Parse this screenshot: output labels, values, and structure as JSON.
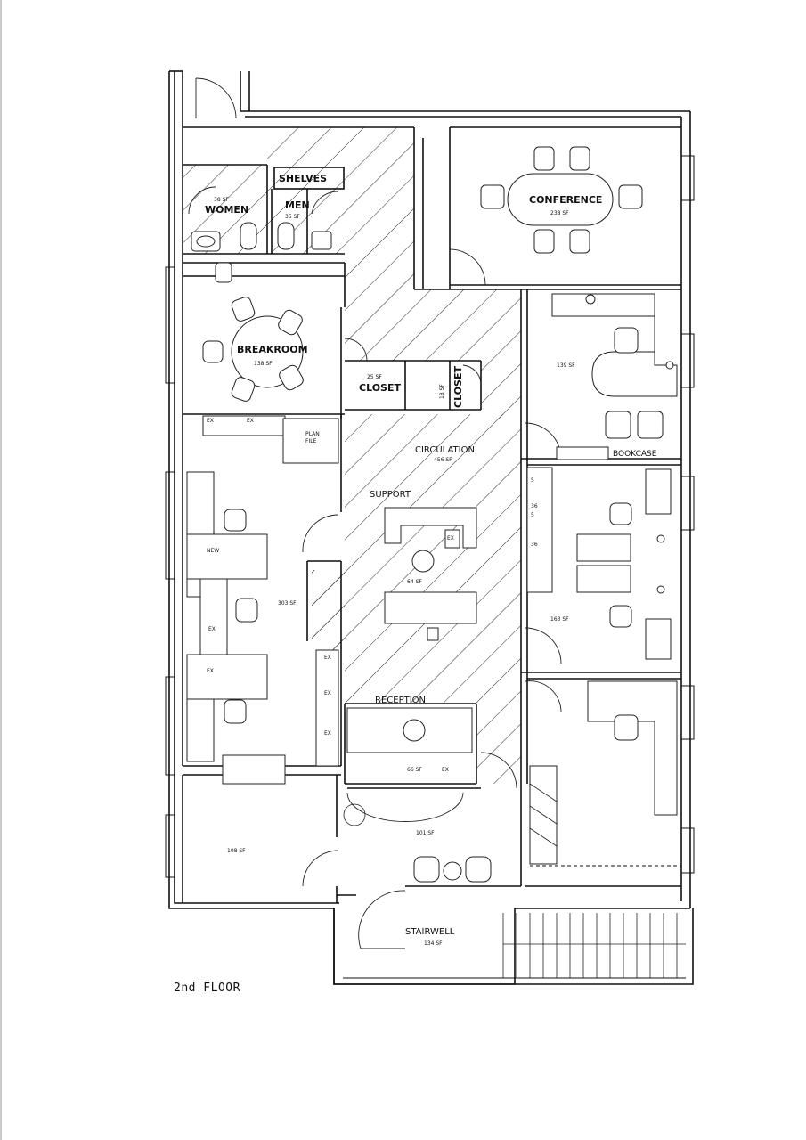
{
  "plan_title": "2nd FLOOR",
  "rooms": {
    "shelves": {
      "name": "SHELVES"
    },
    "women": {
      "name": "WOMEN",
      "area": "38 SF"
    },
    "men": {
      "name": "MEN",
      "area": "35 SF"
    },
    "conference": {
      "name": "CONFERENCE",
      "area": "238 SF"
    },
    "breakroom": {
      "name": "BREAKROOM",
      "area": "138 SF"
    },
    "closet_a": {
      "name": "CLOSET",
      "area": "25 SF"
    },
    "closet_b": {
      "name": "CLOSET",
      "area": "18 SF"
    },
    "office_ne": {
      "area": "139 SF"
    },
    "bookcase": {
      "name": "BOOKCASE"
    },
    "circulation": {
      "name": "CIRCULATION",
      "area": "456 SF"
    },
    "support": {
      "name": "SUPPORT",
      "area": "64 SF"
    },
    "workroom": {
      "area": "303 SF"
    },
    "office_e": {
      "area": "163 SF"
    },
    "reception": {
      "name": "RECEPTION",
      "area": "66 SF"
    },
    "lobby": {
      "area": "101 SF"
    },
    "office_sw": {
      "area": "108 SF"
    },
    "stairwell": {
      "name": "STAIRWELL",
      "area": "134 SF"
    }
  },
  "tags": {
    "ex": "EX",
    "new": "NEW",
    "plan_file_1": "PLAN",
    "plan_file_2": "FILE",
    "shelf_36": "36",
    "shelf_5": "5"
  }
}
